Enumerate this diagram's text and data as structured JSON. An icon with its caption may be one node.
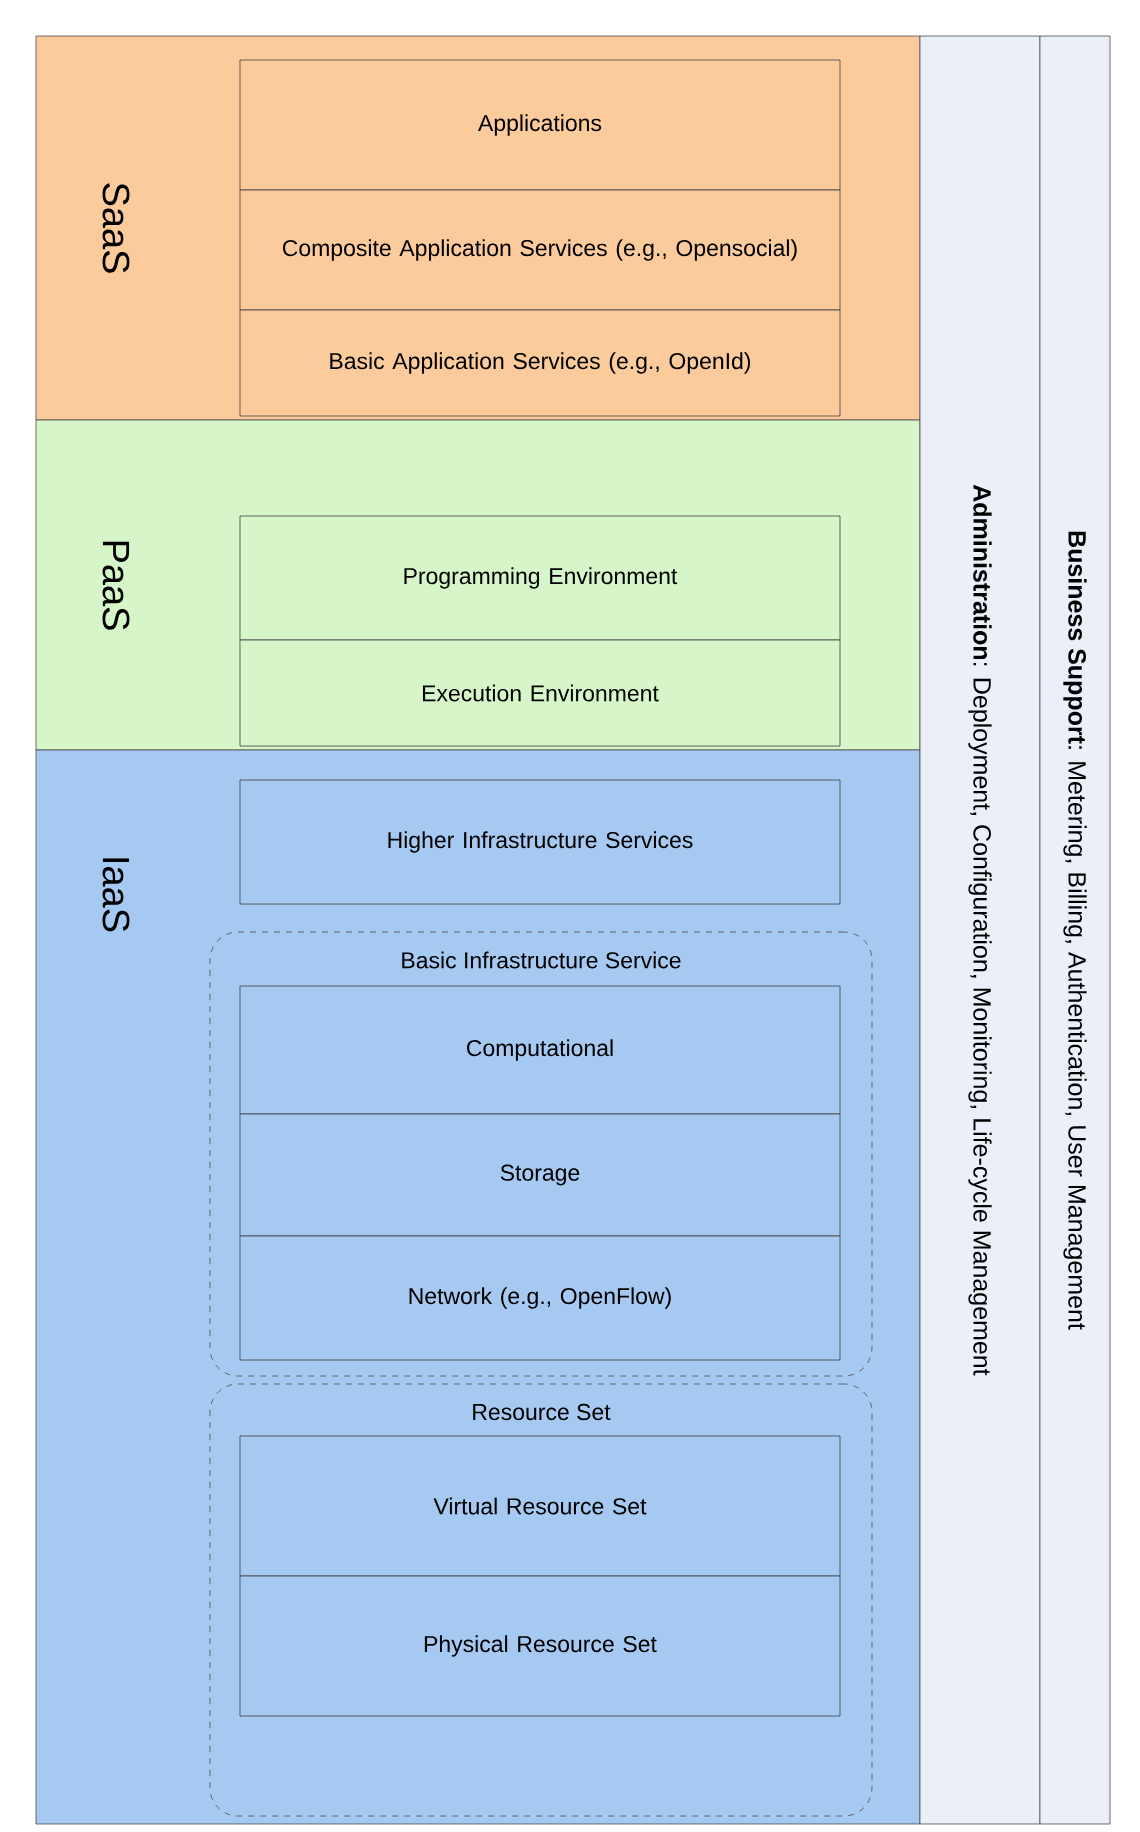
{
  "diagram": {
    "nodes": [
      {
        "text": [
          "SaaS"
        ]
      },
      {
        "text": [
          "Applications"
        ],
        "in": 0
      },
      {
        "text": [
          "Composite Application Services (e.g., Opensocial)"
        ],
        "in": 0
      },
      {
        "text": [
          "Basic Application Services (e.g., OpenId)"
        ],
        "in": 0
      },
      {
        "text": [
          "PaaS"
        ]
      },
      {
        "text": [
          "Programming Environment"
        ],
        "in": 4
      },
      {
        "text": [
          "Execution Environment"
        ],
        "in": 4
      },
      {
        "text": [
          "IaaS"
        ]
      },
      {
        "text": [
          "Higher Infrastructure Services"
        ],
        "in": 7
      },
      {
        "text": [
          "Basic Infrastructure Service"
        ],
        "in": 7
      },
      {
        "text": [
          "Computational"
        ],
        "in": 9
      },
      {
        "text": [
          "Storage"
        ],
        "in": 9
      },
      {
        "text": [
          "Network (e.g., OpenFlow)"
        ],
        "in": 9
      },
      {
        "text": [
          "Resource Set"
        ],
        "in": 7
      },
      {
        "text": [
          "Virtual Resource Set"
        ],
        "in": 13
      },
      {
        "text": [
          "Physical Resource Set"
        ],
        "in": 13
      },
      {
        "text": [
          "**Administration**: Deployment, Configuration, Monitoring, Life-cycle Management"
        ]
      },
      {
        "text": [
          "**Business Support**: Metering, Billing, Authentication, User Management"
        ]
      }
    ],
    "edges": []
  }
}
